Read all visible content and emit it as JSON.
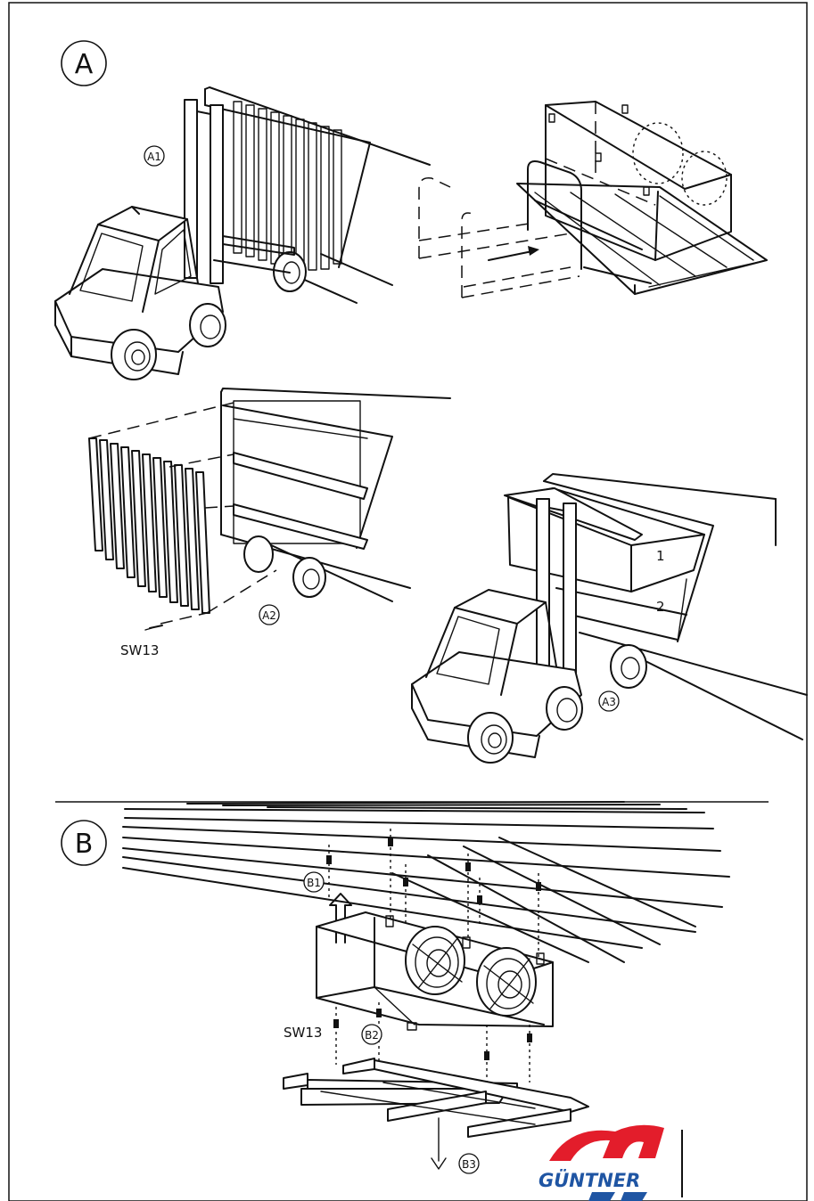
{
  "section_a": {
    "letter": "A",
    "step1": "A1",
    "step2": "A2",
    "step3": "A3"
  },
  "section_b": {
    "letter": "B",
    "step1": "B1",
    "step2": "B2",
    "step3": "B3"
  },
  "tool_label_a": "SW13",
  "tool_label_b": "SW13",
  "shelf_labels": {
    "upper": "1",
    "lower": "2"
  },
  "logo": {
    "name": "GÜNTNER",
    "colors": {
      "red": "#e31d2b",
      "blue": "#1f55a3"
    }
  }
}
